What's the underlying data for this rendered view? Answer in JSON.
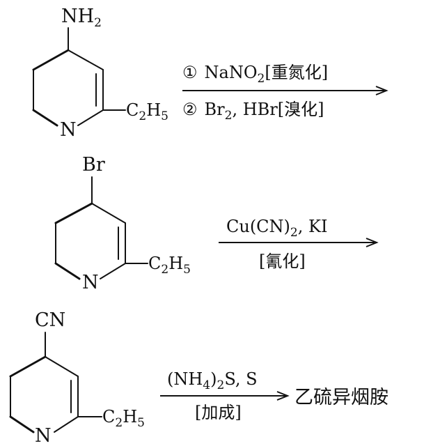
{
  "step1": {
    "substituent_top": "NH",
    "substituent_top_sub": "2",
    "ring_atom": "N",
    "side_group": "C",
    "side_group_sub1": "2",
    "side_group_mid": "H",
    "side_group_sub2": "5",
    "cond_1_num": "①",
    "cond_1_main": "NaNO",
    "cond_1_sub": "2",
    "cond_1_note": "[重氮化]",
    "cond_2_num": "②",
    "cond_2_main": "Br",
    "cond_2_sub": "2",
    "cond_2_rest": ", HBr",
    "cond_2_note": "[溴化]"
  },
  "step2": {
    "substituent_top": "Br",
    "ring_atom": "N",
    "side_group": "C",
    "side_group_sub1": "2",
    "side_group_mid": "H",
    "side_group_sub2": "5",
    "cond_main": "Cu(CN)",
    "cond_sub": "2",
    "cond_rest": ", KI",
    "cond_note": "[氰化]"
  },
  "step3": {
    "substituent_top": "CN",
    "ring_atom": "N",
    "side_group": "C",
    "side_group_sub1": "2",
    "side_group_mid": "H",
    "side_group_sub2": "5",
    "cond_open": "(NH",
    "cond_sub1": "4",
    "cond_mid": ")",
    "cond_sub2": "2",
    "cond_rest": "S, S",
    "cond_note": "[加成]",
    "product": "乙硫异烟胺"
  }
}
